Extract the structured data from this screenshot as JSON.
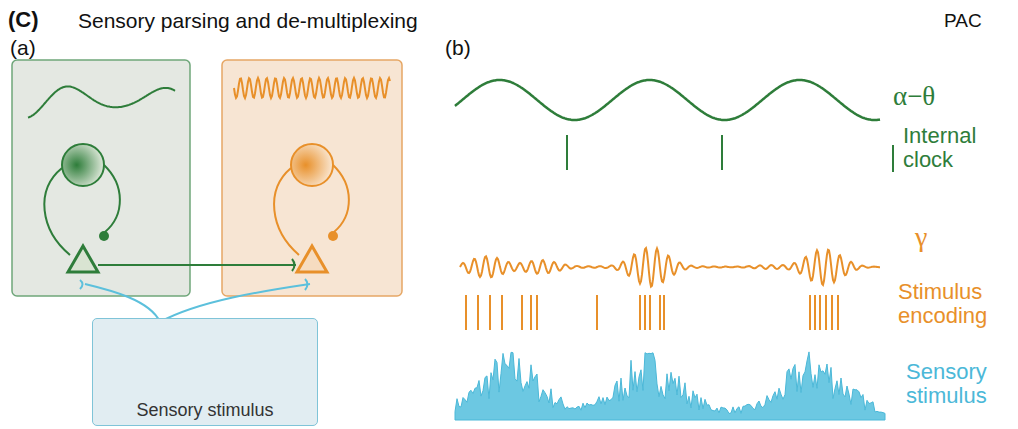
{
  "diagram": {
    "title": "Sensory parsing and de-multiplexing",
    "nodes": [
      {
        "text": [
          "Sensory stimulus"
        ]
      }
    ],
    "labels": [
      "(C)",
      "PAC",
      "(a)",
      "(b)",
      "α−θ",
      "Internal clock",
      "γ",
      "Stimulus encoding",
      "Sensory stimulus"
    ]
  }
}
